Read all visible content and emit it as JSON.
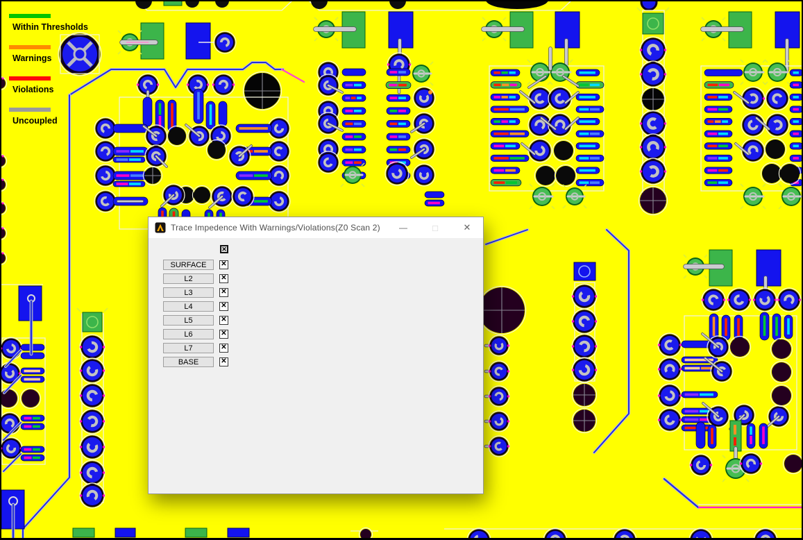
{
  "legend": {
    "items": [
      {
        "id": "within-thresholds",
        "label": "Within Thresholds",
        "color": "#00c400"
      },
      {
        "id": "warnings",
        "label": "Warnings",
        "color": "#ff8a00"
      },
      {
        "id": "violations",
        "label": "Violations",
        "color": "#ff0a0a"
      },
      {
        "id": "uncoupled",
        "label": "Uncoupled",
        "color": "#9b9b9b"
      }
    ]
  },
  "dialog": {
    "title": "Trace Impedence With Warnings/Violations(Z0 Scan 2)",
    "app_icon": "lambda-logo-icon",
    "controls": {
      "minimize_glyph": "—",
      "maximize_glyph": "□",
      "close_glyph": "✕"
    },
    "checkbox_glyph": "✕",
    "select_all": {
      "checked": true
    },
    "layers": [
      {
        "label": "SURFACE",
        "checked": true
      },
      {
        "label": "L2",
        "checked": true
      },
      {
        "label": "L3",
        "checked": true
      },
      {
        "label": "L4",
        "checked": true
      },
      {
        "label": "L5",
        "checked": true
      },
      {
        "label": "L6",
        "checked": true
      },
      {
        "label": "L7",
        "checked": true
      },
      {
        "label": "BASE",
        "checked": true
      }
    ]
  },
  "board": {
    "background_color": "#ffff00",
    "pad_color": "#1414ee",
    "via_color": "#1a1aee",
    "component_color": "#3cb54a",
    "drill_color": "#24001f",
    "silkscreen_color": "#f2f2da"
  }
}
